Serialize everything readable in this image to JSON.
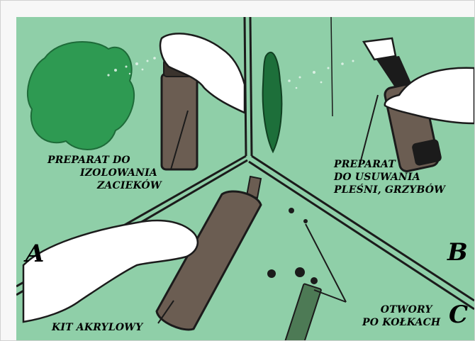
{
  "labels": {
    "isolating_spray": [
      "PREPARAT DO",
      "IZOLOWANIA",
      "ZACIEKÓW"
    ],
    "mold_remover": [
      "PREPARAT",
      "DO USUWANIA",
      "PLEŚNI, GRZYBÓW"
    ],
    "acrylic_putty": "KIT AKRYLOWY",
    "holes": [
      "OTWORY",
      "PO KOŁKACH"
    ]
  },
  "corners": {
    "a": "A",
    "b": "B",
    "c": "C"
  },
  "colors": {
    "wall": "#8fcfa8",
    "wall_light": "#a6dcba",
    "outline": "#1b1b1b",
    "stain": "#2e9a52",
    "mold": "#1d6f3a",
    "can": "#6b5d52",
    "hand": "#ffffff"
  }
}
